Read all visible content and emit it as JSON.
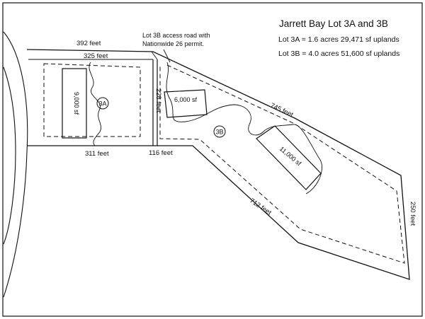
{
  "header": {
    "title": "Jarrett Bay Lot 3A and 3B",
    "lot3a_summary": "Lot 3A = 1.6 acres 29,471 sf uplands",
    "lot3b_summary": "Lot 3B = 4.0 acres 51,600 sf uplands"
  },
  "note": {
    "line1": "Lot 3B access road with",
    "line2": "Nationwide 26 permit."
  },
  "dimensions": {
    "top_outer": "392 feet",
    "top_inner": "325 feet",
    "bottom_left": "311 feet",
    "bottom_mid": "116 feet",
    "divider": "228 feet",
    "upper_diagonal": "745 feet",
    "lower_diagonal": "712 feet",
    "right_end": "250 feet"
  },
  "lots": {
    "lot_3a": "3A",
    "lot_3b": "3B"
  },
  "buildings": {
    "b1": "9,000 sf",
    "b2": "6,000 sf",
    "b3": "11,000 sf"
  },
  "colors": {
    "ink": "#111111",
    "paper": "#ffffff"
  }
}
